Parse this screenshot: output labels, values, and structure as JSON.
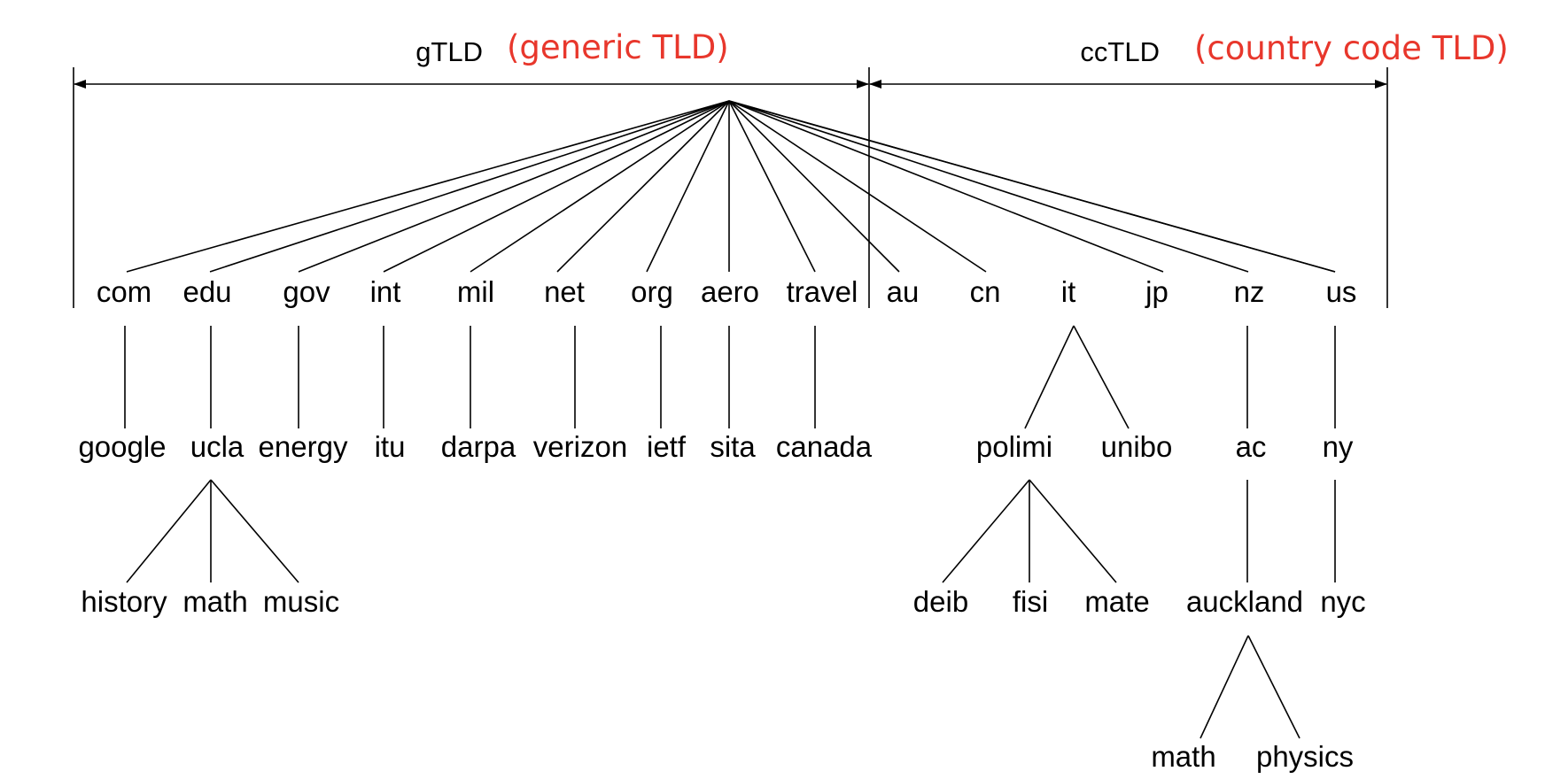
{
  "header": {
    "gtld": {
      "label": "gTLD",
      "note": "(generic TLD)"
    },
    "cctld": {
      "label": "ccTLD",
      "note": "(country code TLD)"
    },
    "note_color": "#e8372c"
  },
  "tree": {
    "gtld": [
      {
        "label": "com",
        "children": [
          {
            "label": "google",
            "children": []
          }
        ]
      },
      {
        "label": "edu",
        "children": [
          {
            "label": "ucla",
            "children": [
              {
                "label": "history",
                "children": []
              },
              {
                "label": "math",
                "children": []
              },
              {
                "label": "music",
                "children": []
              }
            ]
          }
        ]
      },
      {
        "label": "gov",
        "children": [
          {
            "label": "energy",
            "children": []
          }
        ]
      },
      {
        "label": "int",
        "children": [
          {
            "label": "itu",
            "children": []
          }
        ]
      },
      {
        "label": "mil",
        "children": [
          {
            "label": "darpa",
            "children": []
          }
        ]
      },
      {
        "label": "net",
        "children": [
          {
            "label": "verizon",
            "children": []
          }
        ]
      },
      {
        "label": "org",
        "children": [
          {
            "label": "ietf",
            "children": []
          }
        ]
      },
      {
        "label": "aero",
        "children": [
          {
            "label": "sita",
            "children": []
          }
        ]
      },
      {
        "label": "travel",
        "children": [
          {
            "label": "canada",
            "children": []
          }
        ]
      }
    ],
    "cctld": [
      {
        "label": "au",
        "children": []
      },
      {
        "label": "cn",
        "children": []
      },
      {
        "label": "it",
        "children": [
          {
            "label": "polimi",
            "children": [
              {
                "label": "deib",
                "children": []
              },
              {
                "label": "fisi",
                "children": []
              },
              {
                "label": "mate",
                "children": []
              }
            ]
          },
          {
            "label": "unibo",
            "children": []
          }
        ]
      },
      {
        "label": "jp",
        "children": []
      },
      {
        "label": "nz",
        "children": [
          {
            "label": "ac",
            "children": [
              {
                "label": "auckland",
                "children": [
                  {
                    "label": "math",
                    "children": []
                  },
                  {
                    "label": "physics",
                    "children": []
                  }
                ]
              }
            ]
          }
        ]
      },
      {
        "label": "us",
        "children": [
          {
            "label": "ny",
            "children": [
              {
                "label": "nyc",
                "children": []
              }
            ]
          }
        ]
      }
    ]
  }
}
